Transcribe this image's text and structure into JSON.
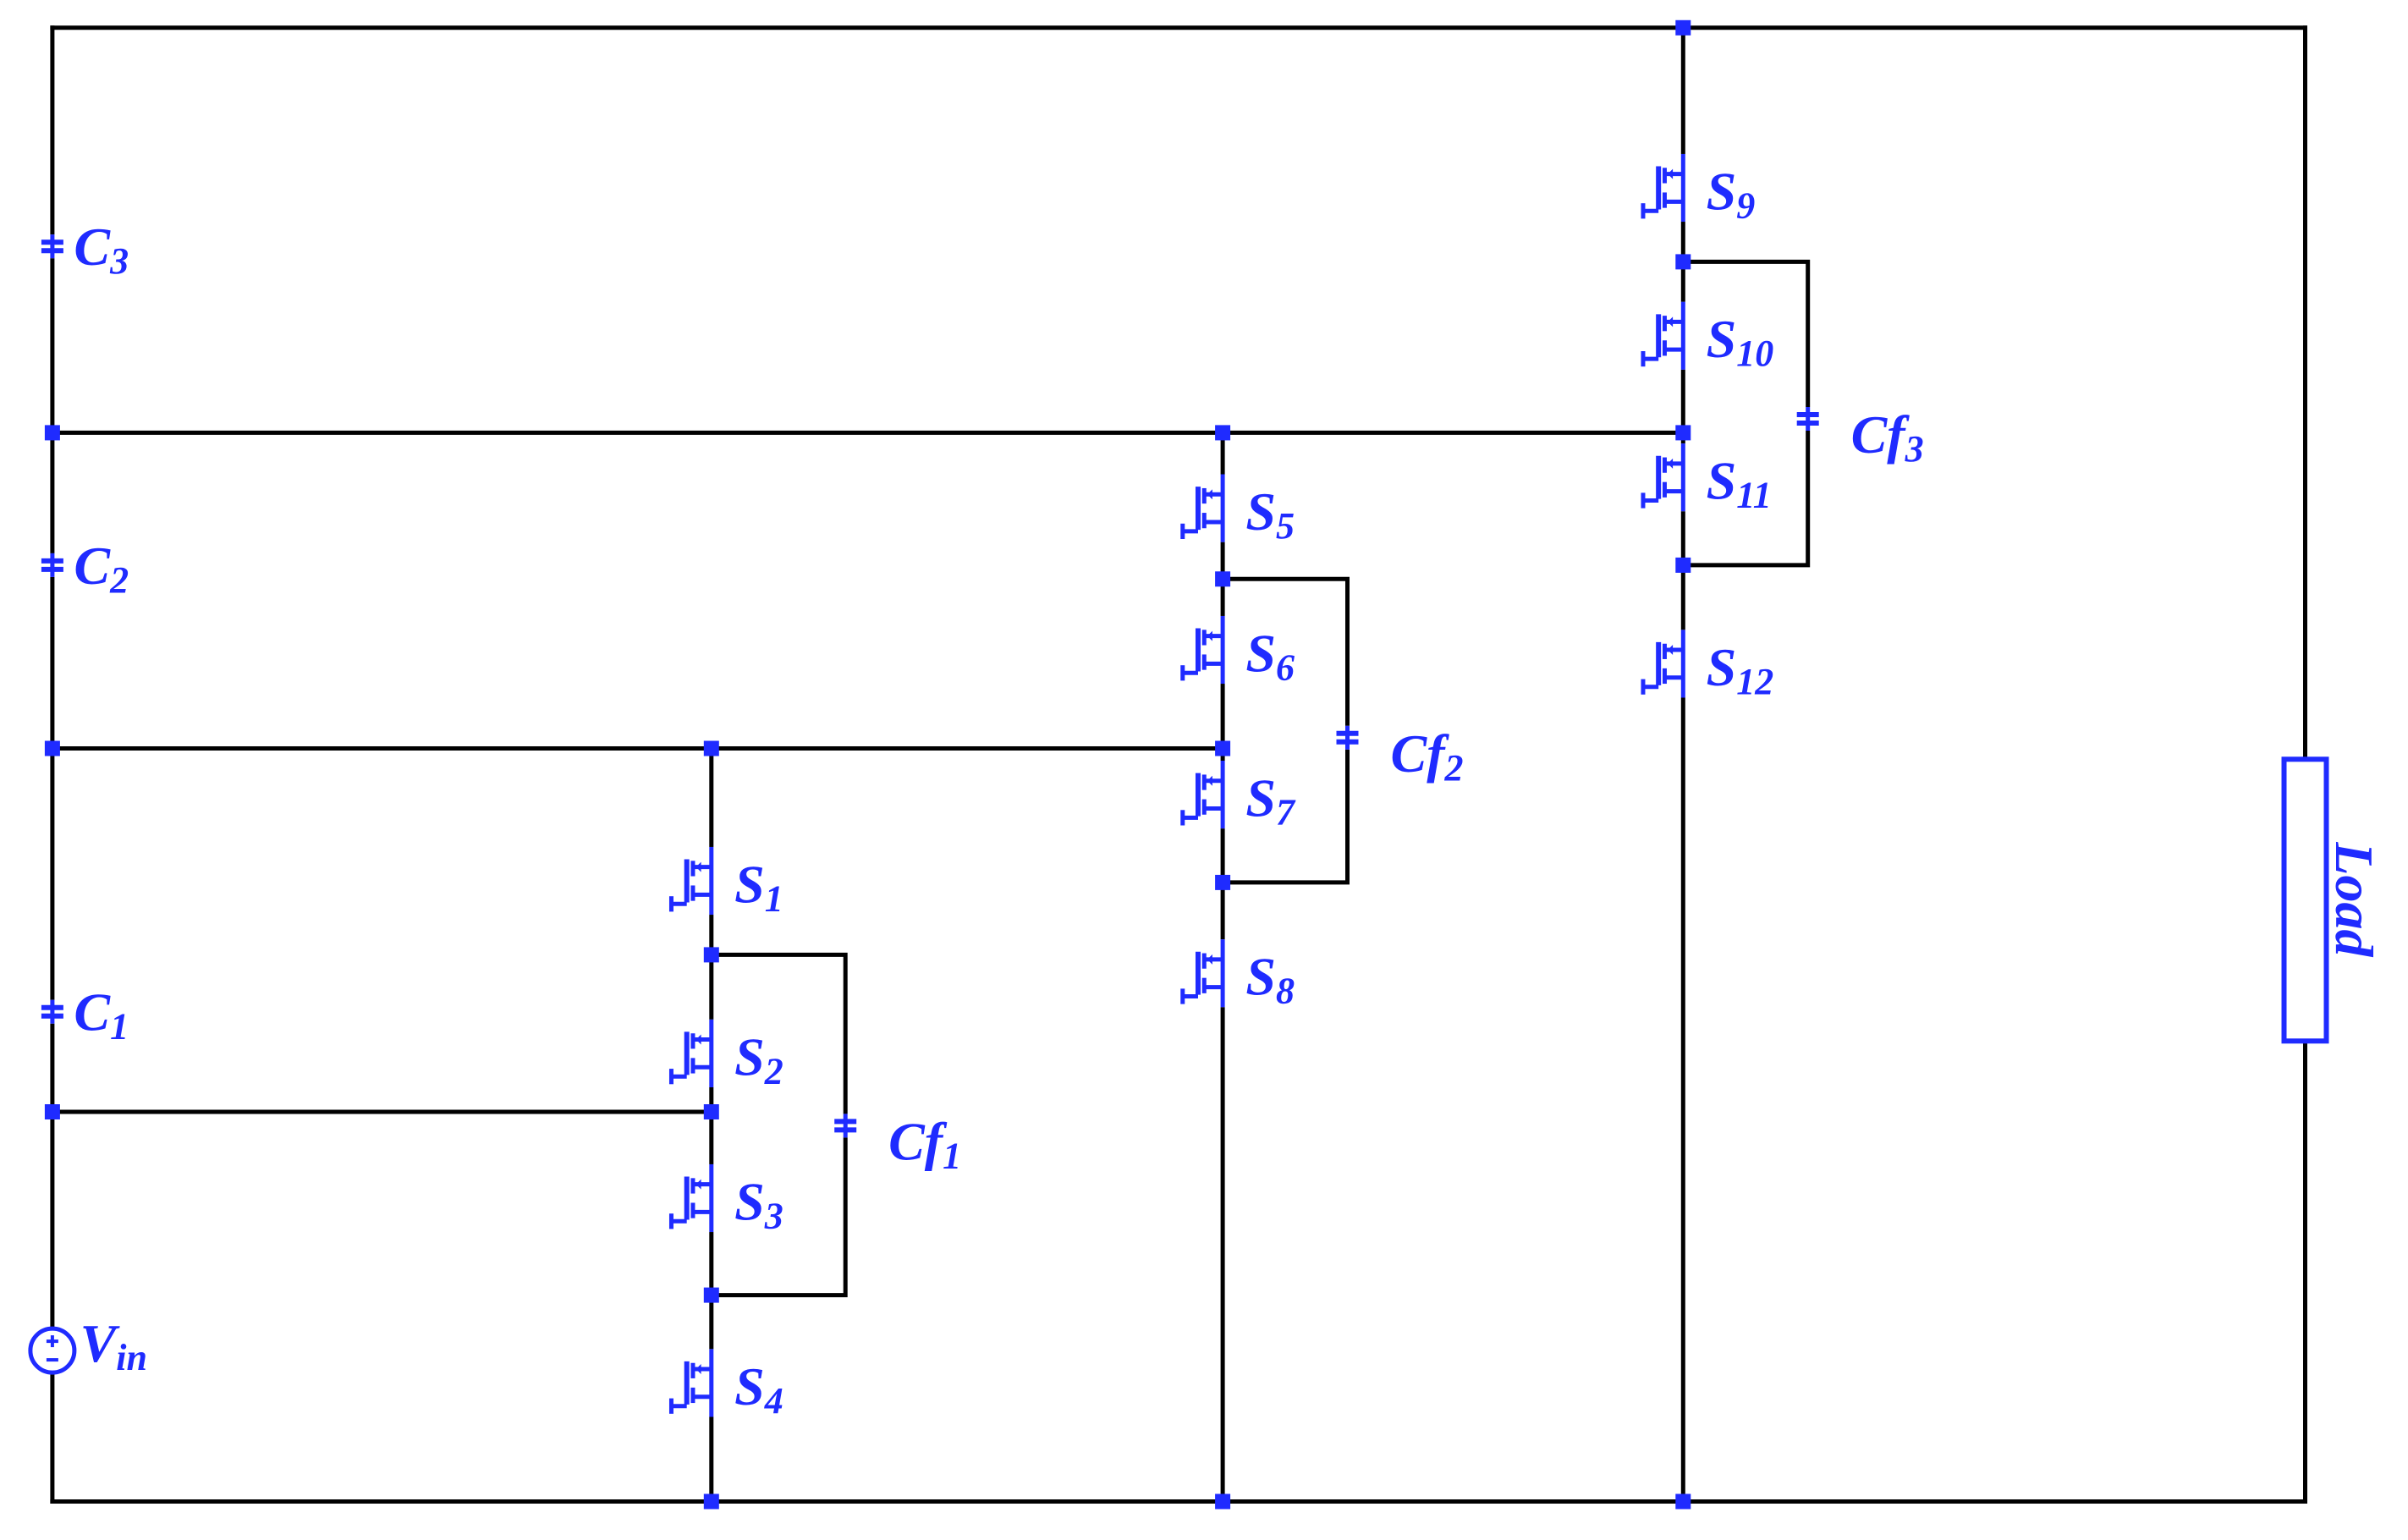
{
  "colors": {
    "wire": "#000000",
    "component": "#1f2bff",
    "background": "#ffffff"
  },
  "source": {
    "main": "V",
    "sub": "in"
  },
  "dc_capacitors": [
    {
      "main": "C",
      "sub": "3"
    },
    {
      "main": "C",
      "sub": "2"
    },
    {
      "main": "C",
      "sub": "1"
    }
  ],
  "switches": [
    {
      "main": "S",
      "sub": "1"
    },
    {
      "main": "S",
      "sub": "2"
    },
    {
      "main": "S",
      "sub": "3"
    },
    {
      "main": "S",
      "sub": "4"
    },
    {
      "main": "S",
      "sub": "5"
    },
    {
      "main": "S",
      "sub": "6"
    },
    {
      "main": "S",
      "sub": "7"
    },
    {
      "main": "S",
      "sub": "8"
    },
    {
      "main": "S",
      "sub": "9"
    },
    {
      "main": "S",
      "sub": "10"
    },
    {
      "main": "S",
      "sub": "11"
    },
    {
      "main": "S",
      "sub": "12"
    }
  ],
  "flying_capacitors": [
    {
      "main": "Cf",
      "sub": "1"
    },
    {
      "main": "Cf",
      "sub": "2"
    },
    {
      "main": "Cf",
      "sub": "3"
    }
  ],
  "load": {
    "label": "Load"
  }
}
